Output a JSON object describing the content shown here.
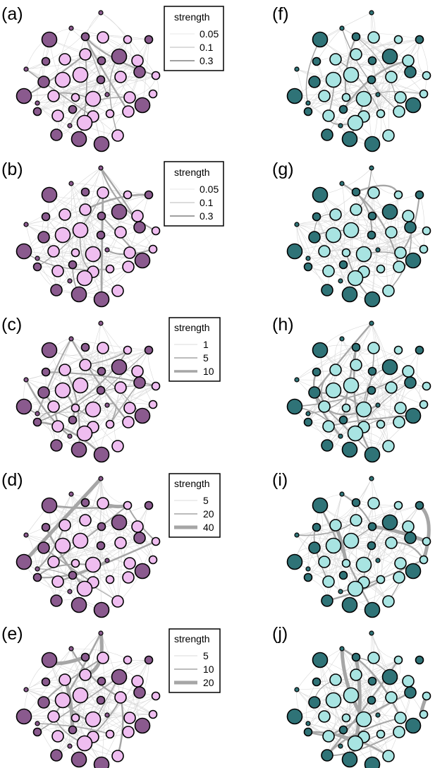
{
  "figure": {
    "colors": {
      "purple_dark": "#8a5a8e",
      "purple_light": "#efbdf0",
      "teal_dark": "#2f7377",
      "teal_light": "#a8e4e2",
      "edge": "#a6a6a6",
      "outline": "#000000"
    },
    "legend_title": "strength",
    "panels": [
      {
        "label": "(a)",
        "scheme": "purple",
        "legend": [
          "0.05",
          "0.1",
          "0.3"
        ]
      },
      {
        "label": "(b)",
        "scheme": "purple",
        "legend": [
          "0.05",
          "0.1",
          "0.3"
        ]
      },
      {
        "label": "(c)",
        "scheme": "purple",
        "legend": [
          "1",
          "5",
          "10"
        ]
      },
      {
        "label": "(d)",
        "scheme": "purple",
        "legend": [
          "5",
          "20",
          "40"
        ]
      },
      {
        "label": "(e)",
        "scheme": "purple",
        "legend": [
          "5",
          "10",
          "20"
        ]
      },
      {
        "label": "(f)",
        "scheme": "teal",
        "legend": []
      },
      {
        "label": "(g)",
        "scheme": "teal",
        "legend": []
      },
      {
        "label": "(h)",
        "scheme": "teal",
        "legend": []
      },
      {
        "label": "(i)",
        "scheme": "teal",
        "legend": []
      },
      {
        "label": "(j)",
        "scheme": "teal",
        "legend": []
      }
    ]
  }
}
